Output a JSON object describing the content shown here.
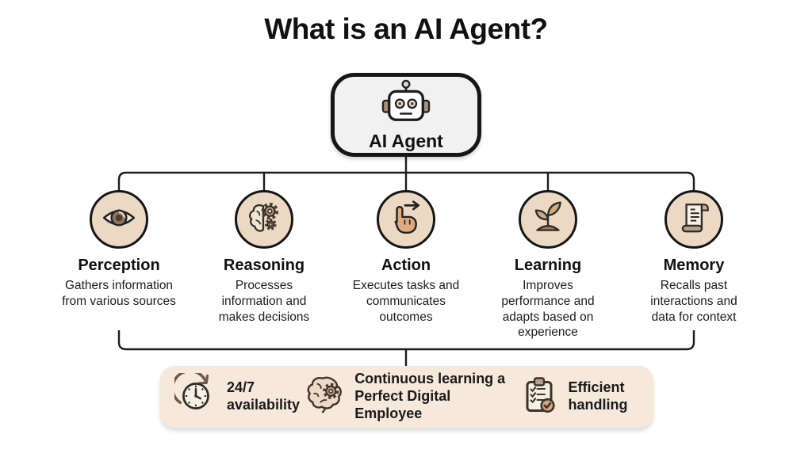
{
  "title": "What is an AI Agent?",
  "root": {
    "label": "AI Agent",
    "icon": "robot-icon"
  },
  "capabilities": [
    {
      "name": "Perception",
      "description": "Gathers information from various sources",
      "icon": "eye-icon"
    },
    {
      "name": "Reasoning",
      "description": "Processes information and makes decisions",
      "icon": "brain-gears-icon"
    },
    {
      "name": "Action",
      "description": "Executes tasks and communicates outcomes",
      "icon": "hand-arrow-icon"
    },
    {
      "name": "Learning",
      "description": "Improves performance and adapts based on experience",
      "icon": "sprout-icon"
    },
    {
      "name": "Memory",
      "description": "Recalls past interactions and data for context",
      "icon": "scroll-icon"
    }
  ],
  "benefits": [
    {
      "label": "24/7 availability",
      "icon": "clock-icon"
    },
    {
      "label": "Continuous learning a Perfect Digital Employee",
      "icon": "brain-gear-icon"
    },
    {
      "label": "Efficient handling",
      "icon": "clipboard-check-icon"
    }
  ],
  "colors": {
    "background": "#ffffff",
    "text": "#161616",
    "line": "#1c1c1c",
    "circle_fill": "#ebd9c3",
    "node_fill": "#f1f1f2",
    "banner_fill": "#f6e8da",
    "icon_brown": "#8d7260",
    "icon_tan": "#d2a87f"
  }
}
